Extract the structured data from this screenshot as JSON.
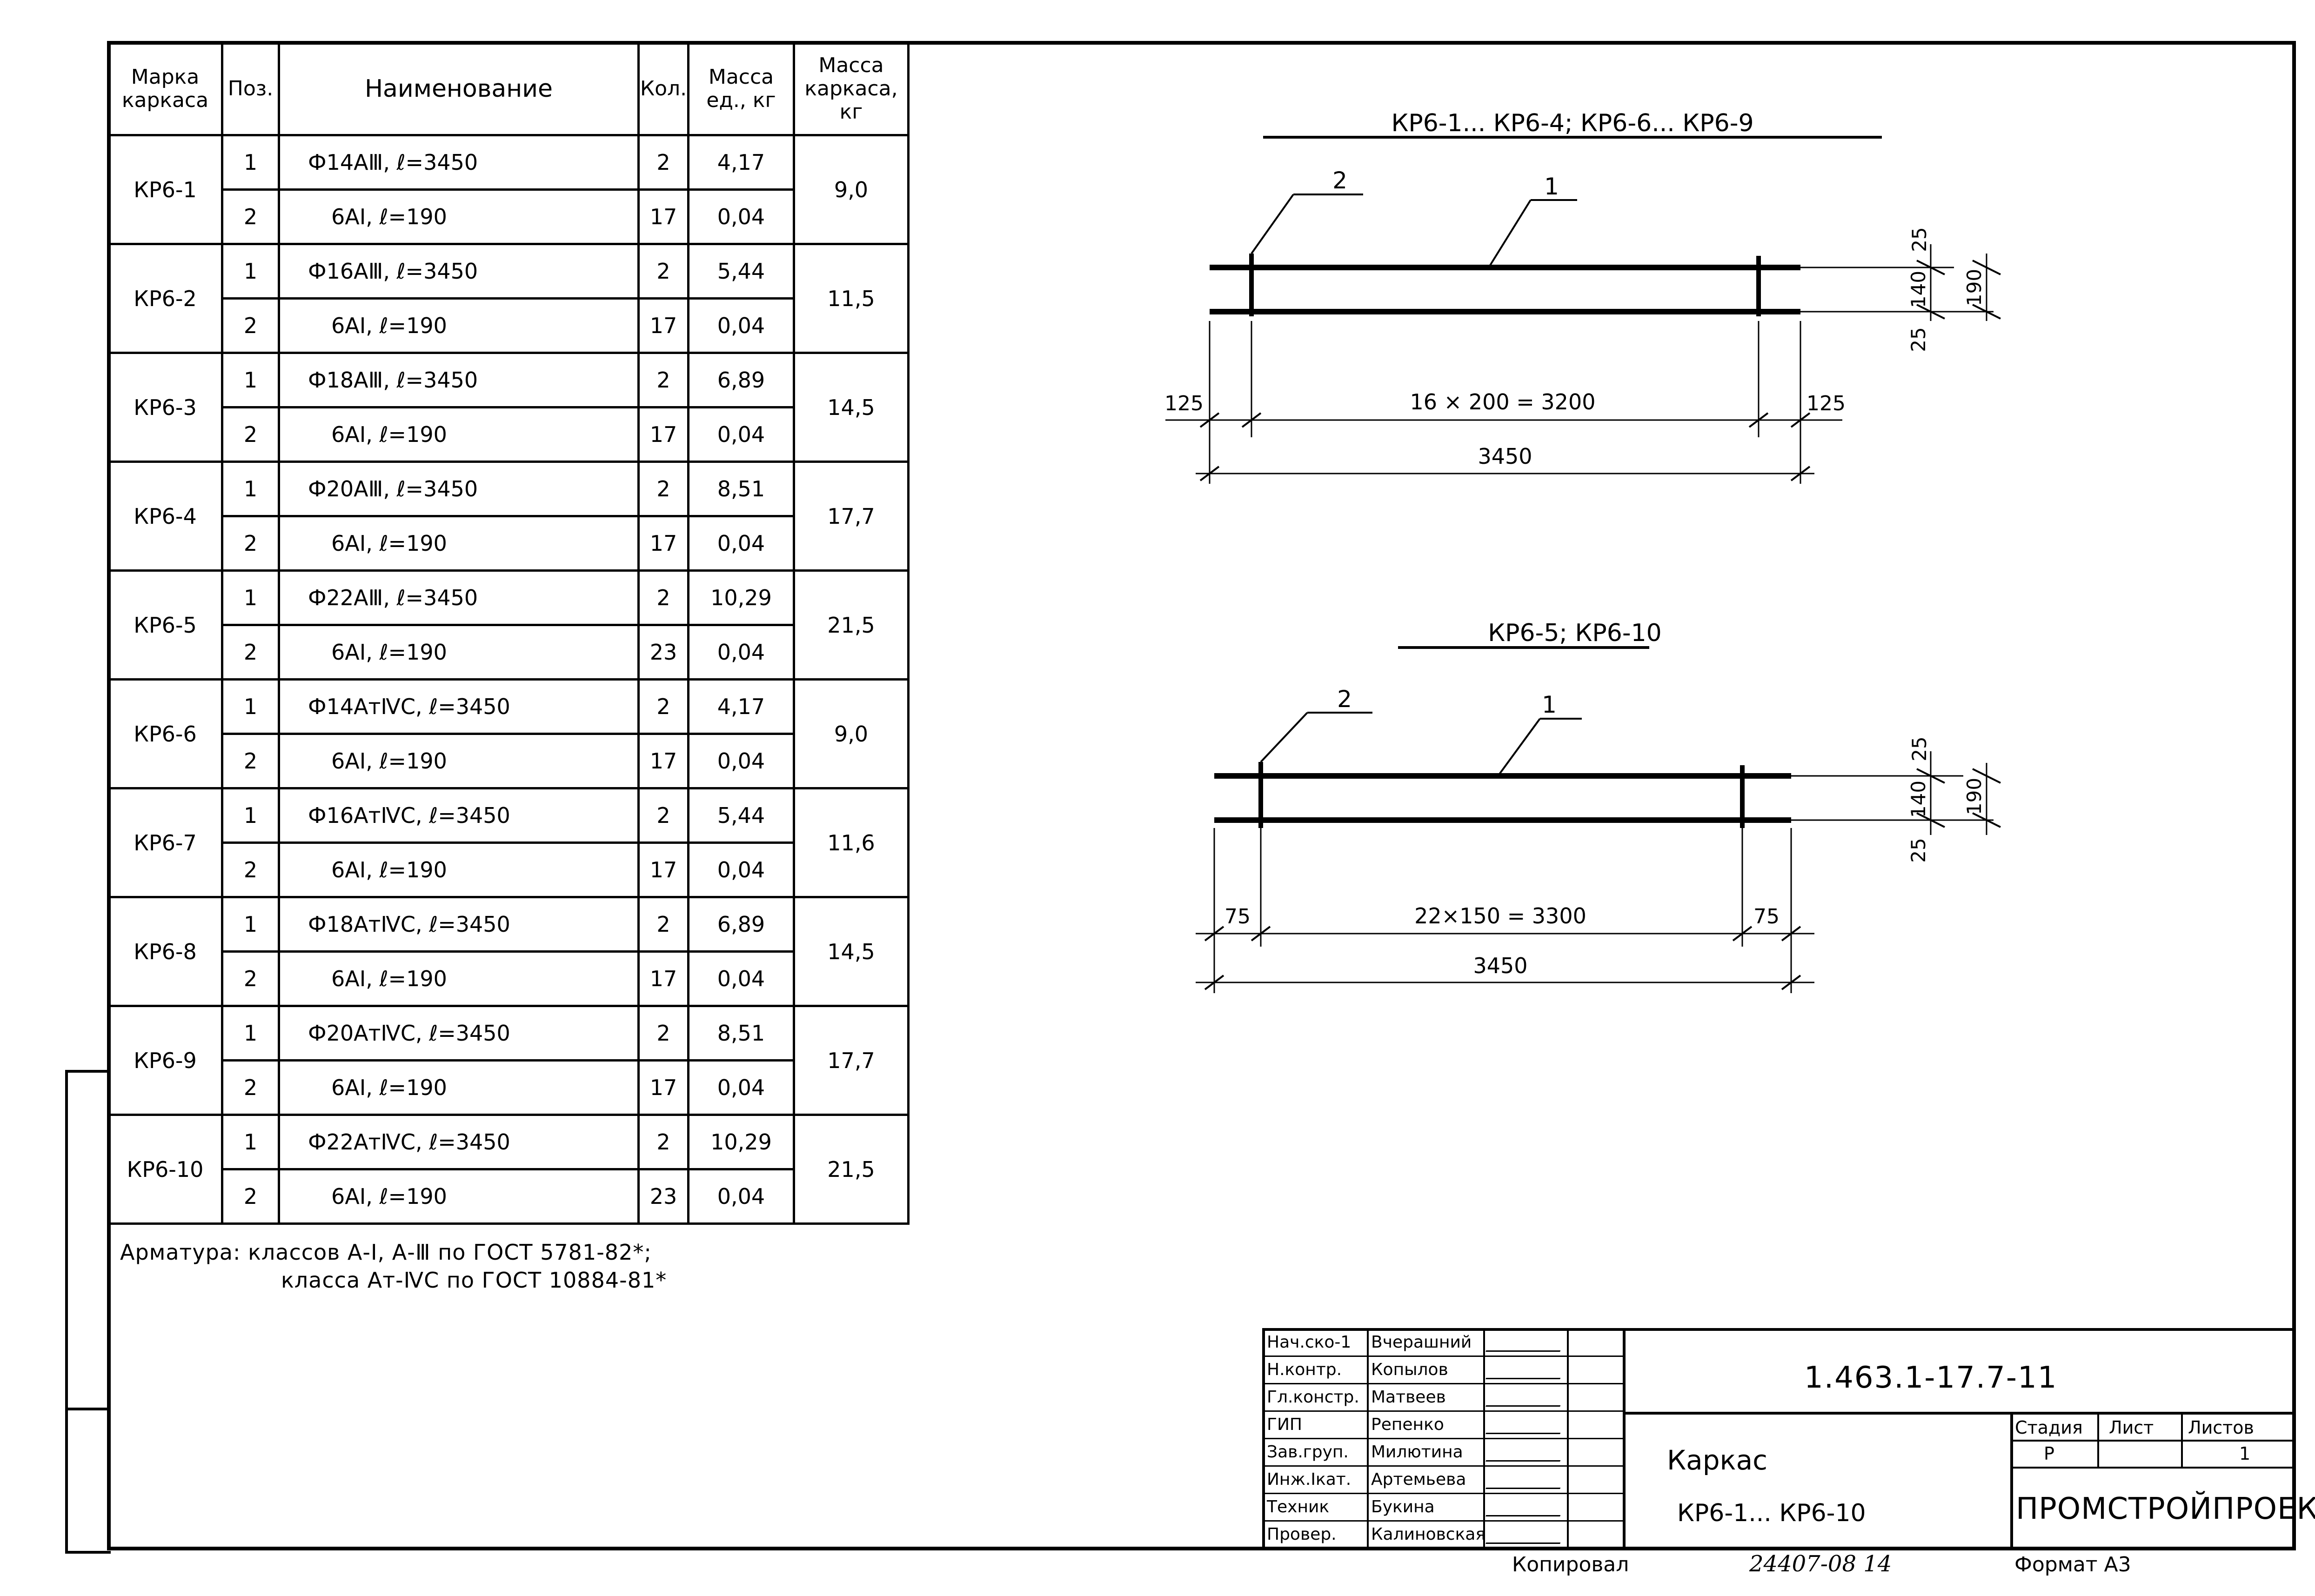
{
  "spec_table": {
    "headers": {
      "mark": [
        "Марка",
        "каркаса"
      ],
      "pos": "Поз.",
      "name": "Наименование",
      "qty": "Кол.",
      "unit_mass": [
        "Масса",
        "ед., кг"
      ],
      "frame_mass": [
        "Масса",
        "каркаса,",
        "кг"
      ]
    },
    "rows": [
      {
        "mark": "КР6-1",
        "mass": "9,0",
        "items": [
          {
            "pos": "1",
            "name": "Ф14АⅢ, ℓ=3450",
            "qty": "2",
            "unit": "4,17"
          },
          {
            "pos": "2",
            "name": "6АⅠ, ℓ=190",
            "qty": "17",
            "unit": "0,04"
          }
        ]
      },
      {
        "mark": "КР6-2",
        "mass": "11,5",
        "items": [
          {
            "pos": "1",
            "name": "Ф16АⅢ, ℓ=3450",
            "qty": "2",
            "unit": "5,44"
          },
          {
            "pos": "2",
            "name": "6АⅠ, ℓ=190",
            "qty": "17",
            "unit": "0,04"
          }
        ]
      },
      {
        "mark": "КР6-3",
        "mass": "14,5",
        "items": [
          {
            "pos": "1",
            "name": "Ф18АⅢ, ℓ=3450",
            "qty": "2",
            "unit": "6,89"
          },
          {
            "pos": "2",
            "name": "6АⅠ, ℓ=190",
            "qty": "17",
            "unit": "0,04"
          }
        ]
      },
      {
        "mark": "КР6-4",
        "mass": "17,7",
        "items": [
          {
            "pos": "1",
            "name": "Ф20АⅢ, ℓ=3450",
            "qty": "2",
            "unit": "8,51"
          },
          {
            "pos": "2",
            "name": "6АⅠ, ℓ=190",
            "qty": "17",
            "unit": "0,04"
          }
        ]
      },
      {
        "mark": "КР6-5",
        "mass": "21,5",
        "items": [
          {
            "pos": "1",
            "name": "Ф22АⅢ, ℓ=3450",
            "qty": "2",
            "unit": "10,29"
          },
          {
            "pos": "2",
            "name": "6АⅠ, ℓ=190",
            "qty": "23",
            "unit": "0,04"
          }
        ]
      },
      {
        "mark": "КР6-6",
        "mass": "9,0",
        "items": [
          {
            "pos": "1",
            "name": "Ф14АтⅣС, ℓ=3450",
            "qty": "2",
            "unit": "4,17"
          },
          {
            "pos": "2",
            "name": "6АⅠ, ℓ=190",
            "qty": "17",
            "unit": "0,04"
          }
        ]
      },
      {
        "mark": "КР6-7",
        "mass": "11,6",
        "items": [
          {
            "pos": "1",
            "name": "Ф16АтⅣС, ℓ=3450",
            "qty": "2",
            "unit": "5,44"
          },
          {
            "pos": "2",
            "name": "6АⅠ, ℓ=190",
            "qty": "17",
            "unit": "0,04"
          }
        ]
      },
      {
        "mark": "КР6-8",
        "mass": "14,5",
        "items": [
          {
            "pos": "1",
            "name": "Ф18АтⅣС, ℓ=3450",
            "qty": "2",
            "unit": "6,89"
          },
          {
            "pos": "2",
            "name": "6АⅠ, ℓ=190",
            "qty": "17",
            "unit": "0,04"
          }
        ]
      },
      {
        "mark": "КР6-9",
        "mass": "17,7",
        "items": [
          {
            "pos": "1",
            "name": "Ф20АтⅣС, ℓ=3450",
            "qty": "2",
            "unit": "8,51"
          },
          {
            "pos": "2",
            "name": "6АⅠ, ℓ=190",
            "qty": "17",
            "unit": "0,04"
          }
        ]
      },
      {
        "mark": "КР6-10",
        "mass": "21,5",
        "items": [
          {
            "pos": "1",
            "name": "Ф22АтⅣС, ℓ=3450",
            "qty": "2",
            "unit": "10,29"
          },
          {
            "pos": "2",
            "name": "6АⅠ, ℓ=190",
            "qty": "23",
            "unit": "0,04"
          }
        ]
      }
    ]
  },
  "notes": {
    "line1": "Арматура: классов А-Ⅰ, А-Ⅲ по ГОСТ 5781-82*;",
    "line2": "класса Ат-ⅣС по ГОСТ 10884-81*"
  },
  "drawing1": {
    "title": "КР6-1... КР6-4; КР6-6... КР6-9",
    "leader_1": "1",
    "leader_2": "2",
    "dim_25_top": "25",
    "dim_140": "140",
    "dim_190": "190",
    "dim_25_bottom": "25",
    "dim_left_end": "125",
    "dim_spacing": "16 × 200 = 3200",
    "dim_right_end": "125",
    "dim_total": "3450"
  },
  "drawing2": {
    "title": "КР6-5; КР6-10",
    "leader_1": "1",
    "leader_2": "2",
    "dim_25_top": "25",
    "dim_140": "140",
    "dim_190": "190",
    "dim_25_bottom": "25",
    "dim_left_end": "75",
    "dim_spacing": "22×150 = 3300",
    "dim_right_end": "75",
    "dim_total": "3450"
  },
  "title_block": {
    "doc_code": "1.463.1-17.7-11",
    "roles": [
      {
        "role": "Нач.ско-1",
        "name": "Вчерашний"
      },
      {
        "role": "Н.контр.",
        "name": "Копылов"
      },
      {
        "role": "Гл.констр.",
        "name": "Матвеев"
      },
      {
        "role": "ГИП",
        "name": "Репенко"
      },
      {
        "role": "Зав.груп.",
        "name": "Милютина"
      },
      {
        "role": "Инж.Ⅰкат.",
        "name": "Артемьева"
      },
      {
        "role": "Техник",
        "name": "Букина"
      },
      {
        "role": "Провер.",
        "name": "Калиновская"
      }
    ],
    "product_line1": "Каркас",
    "product_line2": "КР6-1... КР6-10",
    "stage_label": "Стадия",
    "sheet_label": "Лист",
    "sheets_label": "Листов",
    "stage_value": "Р",
    "sheet_value": "",
    "sheets_value": "1",
    "organization": "ПРОМСТРОЙПРОЕКТ",
    "copied": "Копировал",
    "order_no": "24407-08  14",
    "format": "Формат А3"
  }
}
